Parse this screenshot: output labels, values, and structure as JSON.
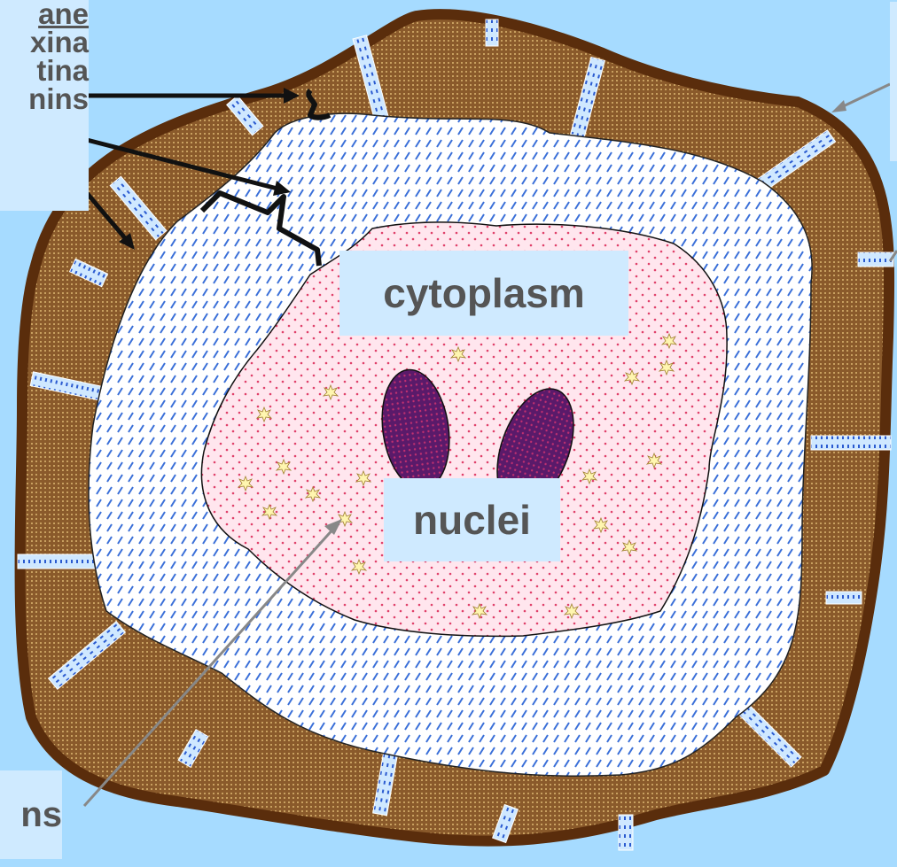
{
  "labels": {
    "left_stack": [
      "ane",
      "xina",
      "tina",
      "nins"
    ],
    "cytoplasm": "cytoplasm",
    "nuclei": "nuclei",
    "bottom_left": "ns"
  },
  "colors": {
    "background": "#a6dbff",
    "label_box": "#cfeaff",
    "exine": "#8a5a2b",
    "exine_border": "#5a2d0c",
    "intine": "#ffffff",
    "intine_stripe": "#3a6fd8",
    "cytoplasm": "#ffe6ee",
    "cytoplasm_dot": "#e0406a",
    "nucleus": "#5a1a6a",
    "granule": "#fff6b0"
  },
  "icons": [
    "bracket-membrane",
    "bracket-intine",
    "arrow-pointer",
    "star-granule"
  ]
}
